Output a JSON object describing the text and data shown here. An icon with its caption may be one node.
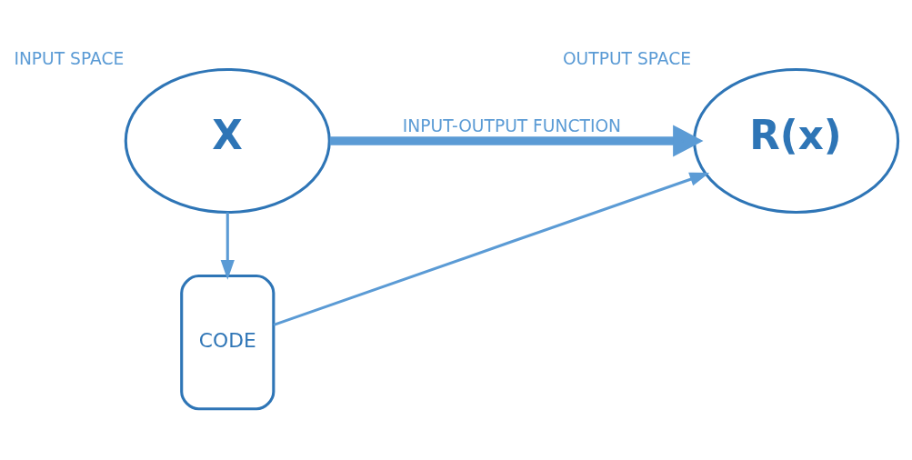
{
  "diagram": {
    "nodes": [
      {
        "text": [
          "X"
        ],
        "beside": [
          "INPUT SPACE"
        ]
      },
      {
        "text": [
          "CODE"
        ]
      },
      {
        "text": [
          "R(x)"
        ],
        "beside": [
          "OUTPUT SPACE"
        ]
      }
    ],
    "edges": [
      {
        "from": 0,
        "to": 2,
        "arrow": "to",
        "label": "INPUT-OUTPUT FUNCTION",
        "style": "thick"
      },
      {
        "from": 0,
        "to": 1,
        "arrow": "to"
      },
      {
        "from": 1,
        "to": 2,
        "arrow": "to"
      }
    ]
  }
}
